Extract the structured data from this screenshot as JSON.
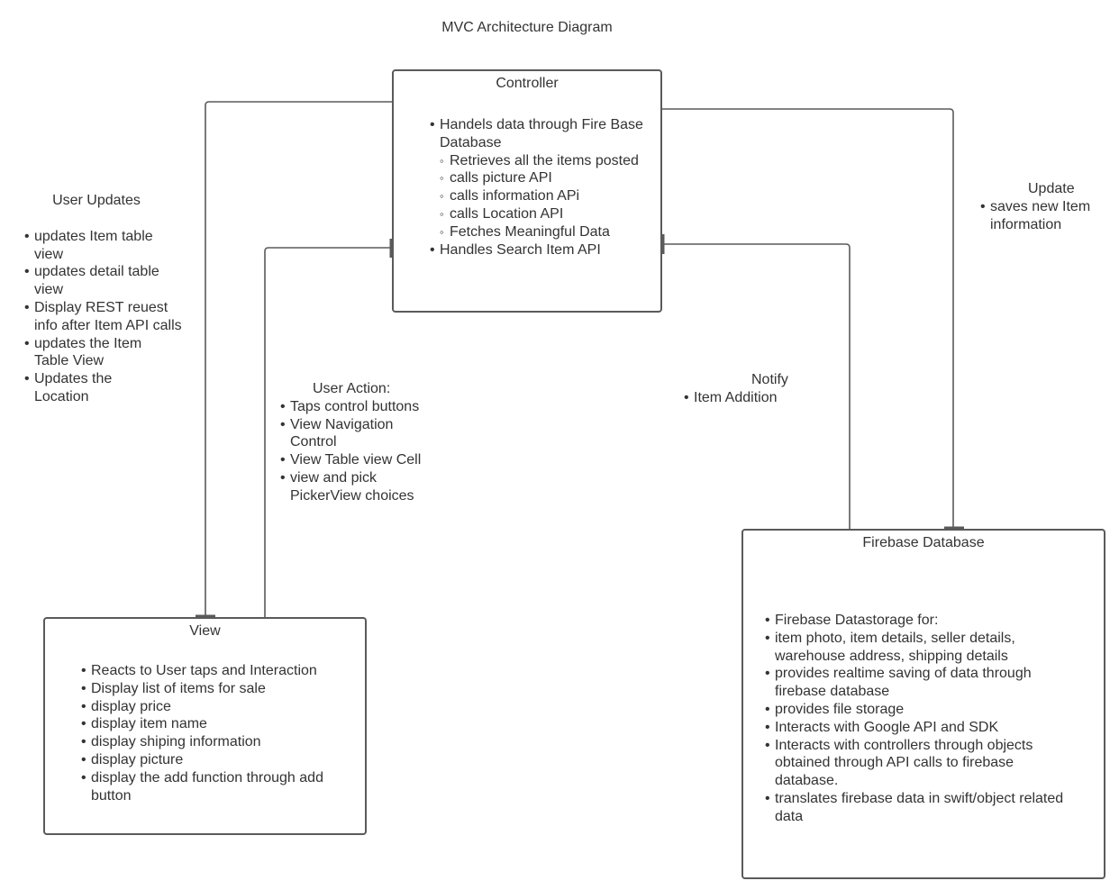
{
  "diagram": {
    "title": "MVC Architecture Diagram",
    "line_color": "#5a5a5a",
    "nodes": {
      "controller": {
        "title": "Controller",
        "items": [
          {
            "text": "Handels data through Fire Base Database",
            "sub": [
              "Retrieves all the items posted",
              "calls picture API",
              "calls information APi",
              "calls Location API",
              "Fetches Meaningful Data"
            ]
          },
          {
            "text": "Handles Search Item API",
            "sub": []
          }
        ]
      },
      "view": {
        "title": "View",
        "items": [
          "Reacts to User taps and Interaction",
          "Display list of items for sale",
          "display price",
          "display item name",
          "display shiping information",
          "display picture",
          "display the add function through add button"
        ]
      },
      "firebase": {
        "title": "Firebase Database",
        "items": [
          "Firebase Datastorage for:",
          "item photo, item details, seller details, warehouse address, shipping details",
          "provides realtime saving of data through firebase database",
          "provides file storage",
          "Interacts with Google API and SDK",
          "Interacts with controllers through objects obtained through API calls to firebase database.",
          "translates firebase data in swift/object related data"
        ]
      }
    },
    "edges": {
      "user_updates": {
        "title": "User Updates",
        "items": [
          "updates Item table view",
          "updates detail table view",
          "Display REST reuest info after Item API calls",
          "updates the Item Table View",
          "Updates the Location"
        ]
      },
      "user_action": {
        "title": "User Action:",
        "items": [
          "Taps control buttons",
          "View Navigation Control",
          "View Table view Cell",
          "view and pick PickerView choices"
        ]
      },
      "notify": {
        "title": "Notify",
        "items": [
          "Item Addition"
        ]
      },
      "update": {
        "title": "Update",
        "items": [
          "saves new Item information"
        ]
      }
    }
  }
}
